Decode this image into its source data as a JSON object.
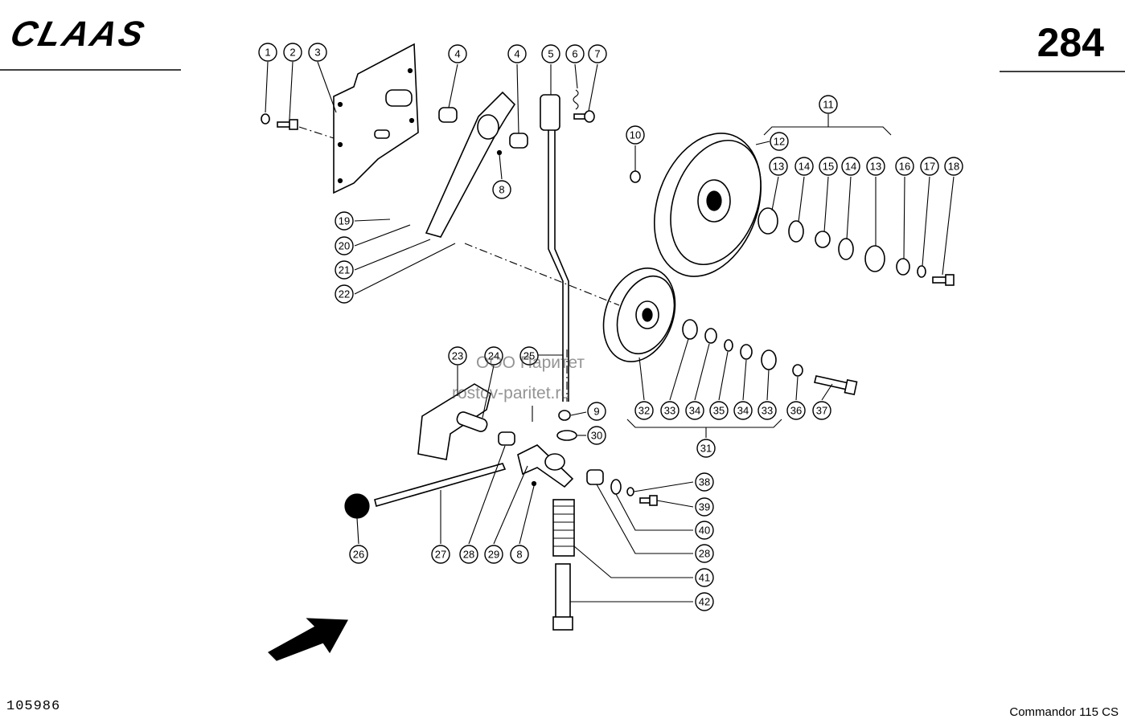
{
  "header": {
    "brand": "CLAAS",
    "page_number": "284"
  },
  "watermark": {
    "line1": "ООО Паритет",
    "line2": "rostov-paritet.ru"
  },
  "footer": {
    "drawing_code": "105986",
    "model": "Commandor 115 CS"
  },
  "callouts": [
    "1",
    "2",
    "3",
    "4",
    "4",
    "5",
    "6",
    "7",
    "8",
    "9",
    "10",
    "11",
    "12",
    "13",
    "14",
    "15",
    "14",
    "13",
    "16",
    "17",
    "18",
    "19",
    "20",
    "21",
    "22",
    "23",
    "24",
    "25",
    "26",
    "27",
    "28",
    "29",
    "8",
    "30",
    "31",
    "32",
    "33",
    "34",
    "35",
    "34",
    "33",
    "36",
    "37",
    "38",
    "39",
    "40",
    "28",
    "41",
    "42"
  ],
  "icons": {
    "direction_arrow": "arrow-icon"
  }
}
